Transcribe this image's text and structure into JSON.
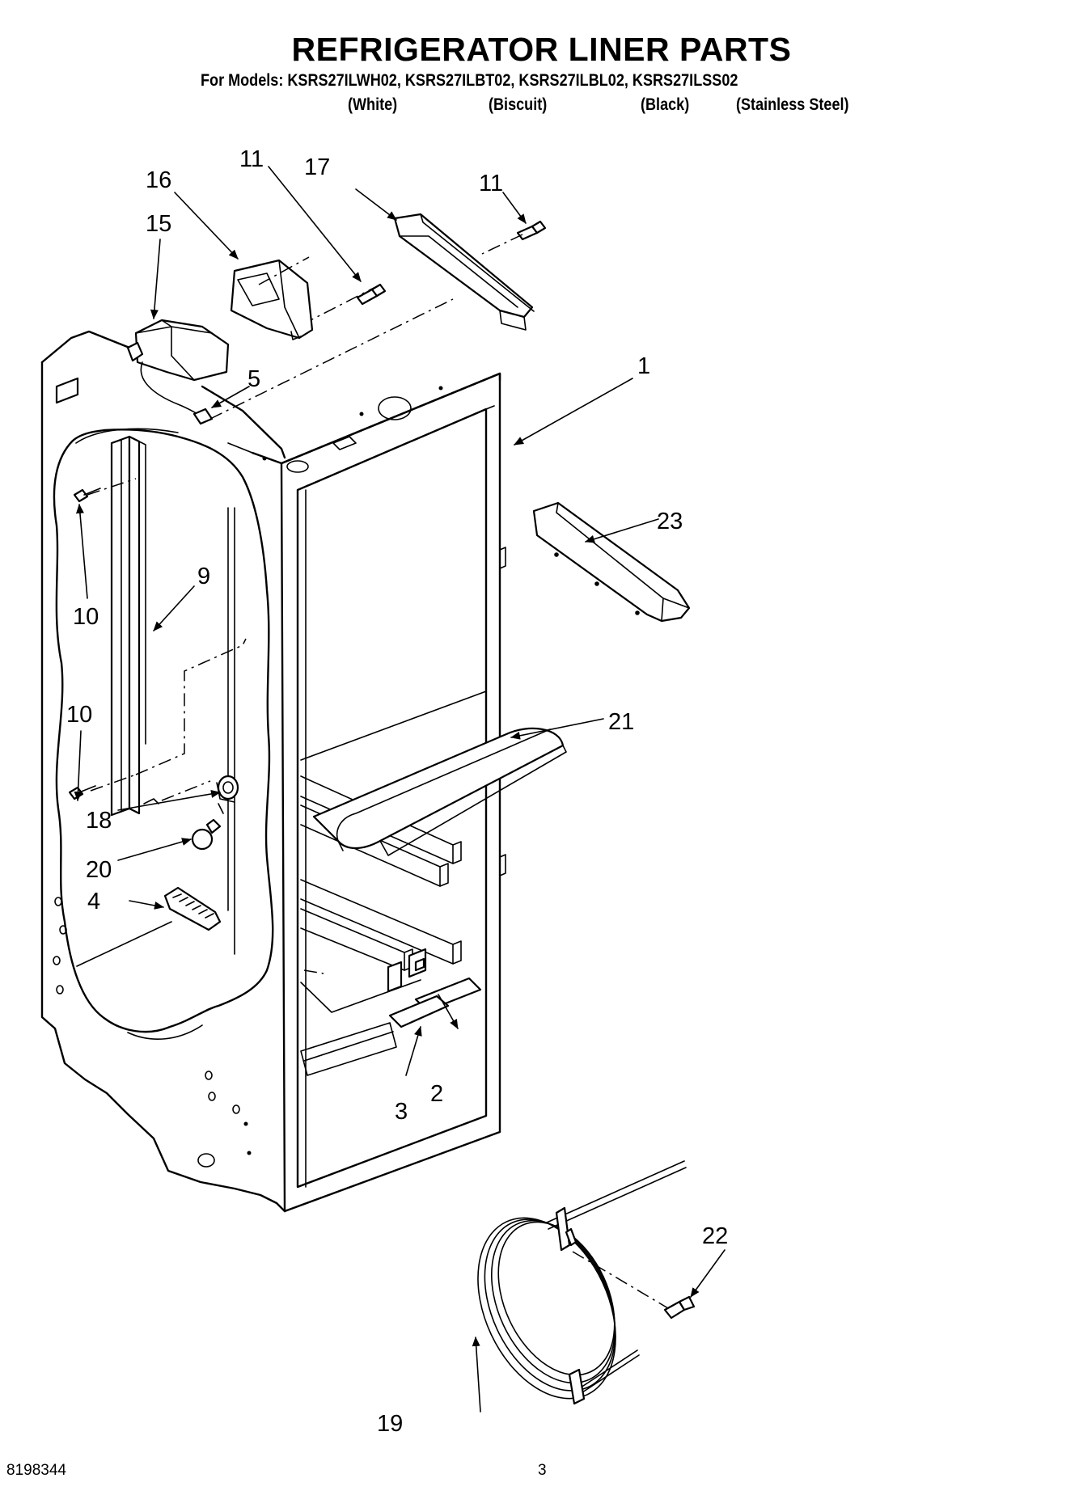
{
  "header": {
    "title": "REFRIGERATOR LINER PARTS",
    "models_line": "For Models: KSRS27ILWH02, KSRS27ILBT02, KSRS27ILBL02, KSRS27ILSS02",
    "finishes": [
      "(White)",
      "(Biscuit)",
      "(Black)",
      "(Stainless Steel)"
    ]
  },
  "callouts": [
    "1",
    "2",
    "3",
    "4",
    "5",
    "9",
    "10",
    "10",
    "11",
    "11",
    "15",
    "16",
    "17",
    "18",
    "19",
    "20",
    "21",
    "22",
    "23"
  ],
  "footer": {
    "document_number": "8198344",
    "page_number": "3"
  }
}
